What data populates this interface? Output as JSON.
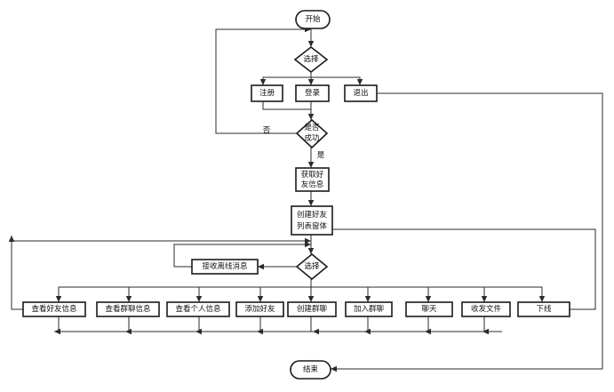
{
  "flowchart": {
    "start": "开始",
    "select_1": "选择",
    "register": "注册",
    "login": "登录",
    "logout": "退出",
    "success_q": [
      "是否",
      "成功"
    ],
    "no_label": "否",
    "yes_label": "是",
    "get_friends": [
      "获取好",
      "友信息"
    ],
    "create_window": [
      "创建好友",
      "列表窗体"
    ],
    "receive_offline": "接收离线消息",
    "select_2": "选择",
    "actions": [
      "查看好友信息",
      "查看群聊信息",
      "查看个人信息",
      "添加好友",
      "创建群聊",
      "加入群聊",
      "聊天",
      "收发文件",
      "下线"
    ],
    "end": "结束"
  }
}
